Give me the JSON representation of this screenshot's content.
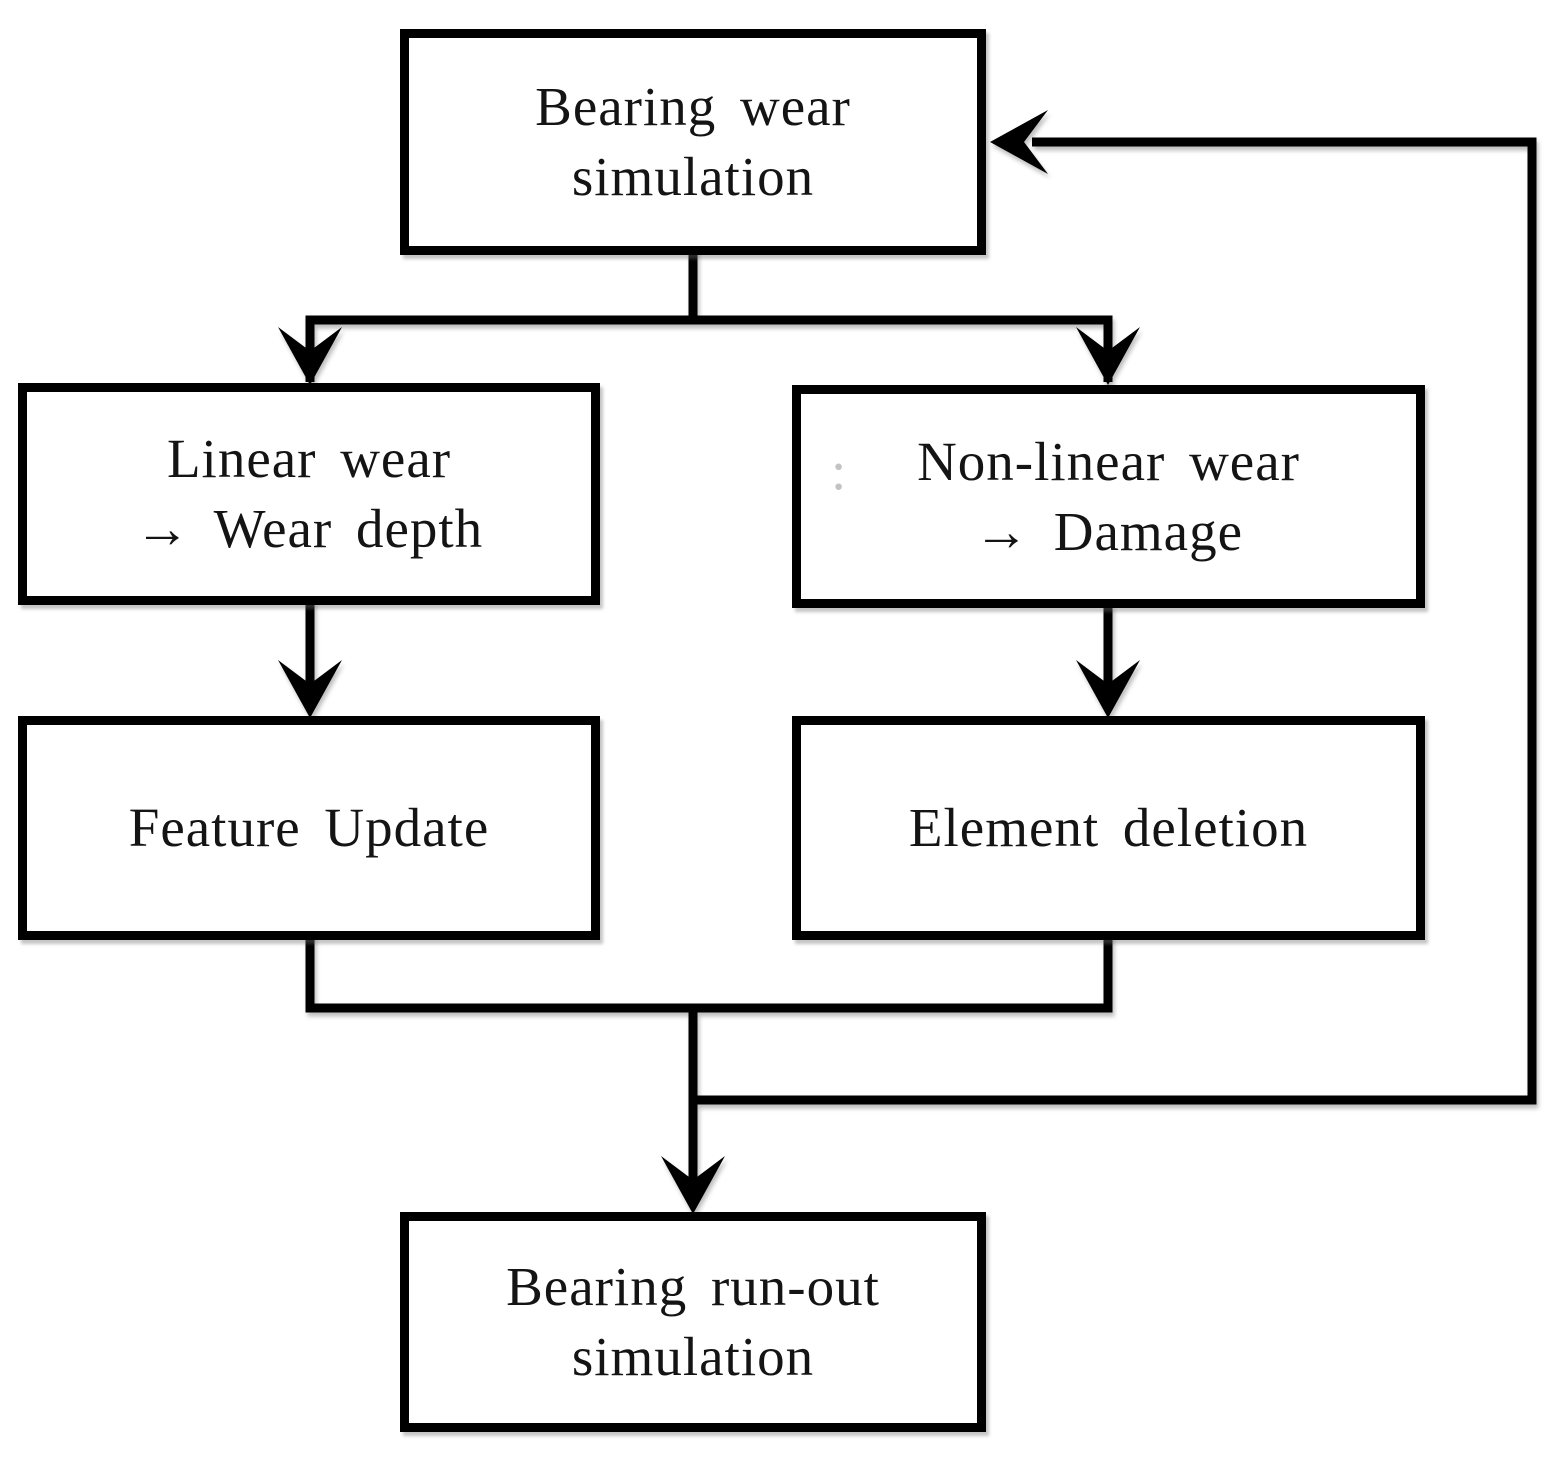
{
  "figure": {
    "background_color": "#ffffff",
    "line_color": "#000000",
    "text_color": "#141414",
    "artifact_color": "#c3c3c3"
  },
  "nodes": {
    "bearing_wear_simulation": {
      "lines": [
        "Bearing wear",
        "simulation"
      ]
    },
    "linear_wear": {
      "lines": [
        "Linear wear",
        "→ Wear depth"
      ]
    },
    "non_linear_wear": {
      "lines": [
        "Non-linear wear",
        "→ Damage"
      ],
      "artifact": ":"
    },
    "feature_update": {
      "lines": [
        "Feature Update"
      ]
    },
    "element_deletion": {
      "lines": [
        "Element deletion"
      ]
    },
    "bearing_run_out_simulation": {
      "lines": [
        "Bearing run-out",
        "simulation"
      ]
    }
  },
  "edges": [
    {
      "from": "bearing_wear_simulation",
      "to": "linear_wear"
    },
    {
      "from": "bearing_wear_simulation",
      "to": "non_linear_wear"
    },
    {
      "from": "linear_wear",
      "to": "feature_update"
    },
    {
      "from": "non_linear_wear",
      "to": "element_deletion"
    },
    {
      "from": "feature_update",
      "to": "bearing_run_out_simulation"
    },
    {
      "from": "element_deletion",
      "to": "bearing_run_out_simulation"
    },
    {
      "from": "feature_update",
      "to": "bearing_wear_simulation",
      "type": "feedback-loop"
    },
    {
      "from": "element_deletion",
      "to": "bearing_wear_simulation",
      "type": "feedback-loop"
    }
  ]
}
